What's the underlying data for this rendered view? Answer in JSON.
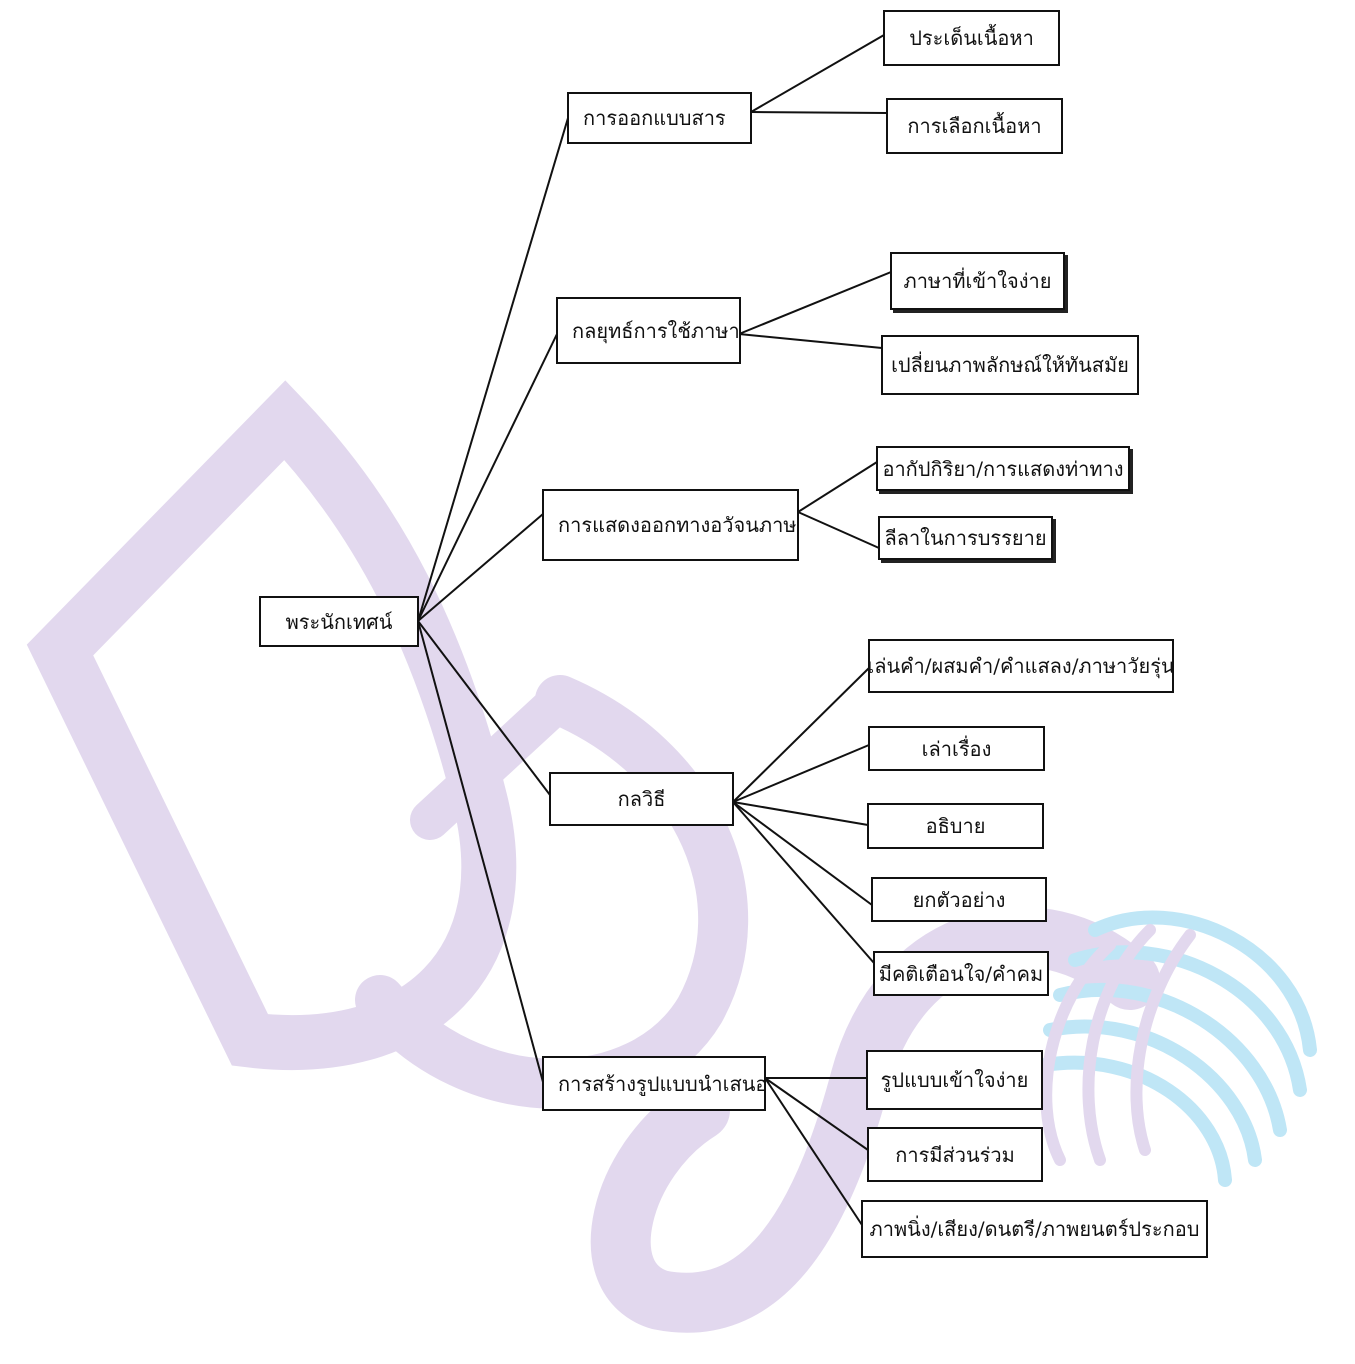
{
  "colors": {
    "watermark_purple": "#e2d8ee",
    "watermark_blue": "#bfe6f6",
    "line": "#111111"
  },
  "watermark": {
    "description_icon": "institution-logo-watermark"
  },
  "root": {
    "label": "พระนักเทศน์"
  },
  "categories": [
    {
      "label": "การออกแบบสาร",
      "children": [
        "ประเด็นเนื้อหา",
        "การเลือกเนื้อหา"
      ]
    },
    {
      "label": "กลยุทธ์การใช้ภาษา",
      "children": [
        "ภาษาที่เข้าใจง่าย",
        "เปลี่ยนภาพลักษณ์ให้ทันสมัย"
      ]
    },
    {
      "label": "การแสดงออกทางอวัจนภาษา",
      "children": [
        "อากัปกิริยา/การแสดงท่าทาง",
        "ลีลาในการบรรยาย"
      ]
    },
    {
      "label": "กลวิธี",
      "children": [
        "เล่นคำ/ผสมคำ/คำแสลง/ภาษาวัยรุ่น",
        "เล่าเรื่อง",
        "อธิบาย",
        "ยกตัวอย่าง",
        "มีคติเตือนใจ/คำคม"
      ]
    },
    {
      "label": "การสร้างรูปแบบนำเสนอ",
      "children": [
        "รูปแบบเข้าใจง่าย",
        "การมีส่วนร่วม",
        "ภาพนิ่ง/เสียง/ดนตรี/ภาพยนตร์ประกอบ"
      ]
    }
  ]
}
